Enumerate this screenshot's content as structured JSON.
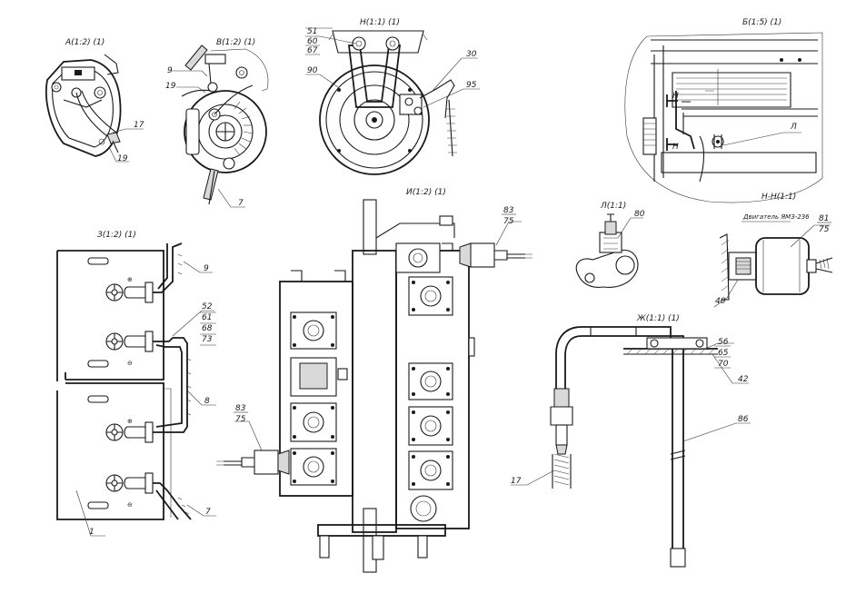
{
  "views": {
    "a": "А(1:2) (1)",
    "v": "В(1:2) (1)",
    "n": "Н(1:1) (1)",
    "b": "Б(1:5) (1)",
    "z": "З(1:2) (1)",
    "i": "И(1:2) (1)",
    "l": "Л(1:1)",
    "nn": "Н-Н(1:1)",
    "zh": "Ж(1:1) (1)"
  },
  "section_marks": {
    "h": "Н",
    "l": "Л"
  },
  "engine_note": "Двигатель ЯМЗ-236",
  "callouts": {
    "a_17": "17",
    "a_19": "19",
    "v_9": "9",
    "v_19": "19",
    "v_7": "7",
    "n_51": "51",
    "n_60": "60",
    "n_67": "67",
    "n_90": "90",
    "n_30": "30",
    "n_95": "95",
    "z_9": "9",
    "z_52": "52",
    "z_61": "61",
    "z_68": "68",
    "z_73": "73",
    "z_8": "8",
    "z_7": "7",
    "z_1": "1",
    "i_83a": "83",
    "i_75a": "75",
    "i_83b": "83",
    "i_75b": "75",
    "l_80": "80",
    "nn_81": "81",
    "nn_75": "75",
    "nn_40": "40",
    "zh_56": "56",
    "zh_65": "65",
    "zh_70": "70",
    "zh_42": "42",
    "zh_86": "86",
    "zh_17": "17"
  },
  "terminals": {
    "plus": "⊕",
    "minus": "⊖"
  }
}
